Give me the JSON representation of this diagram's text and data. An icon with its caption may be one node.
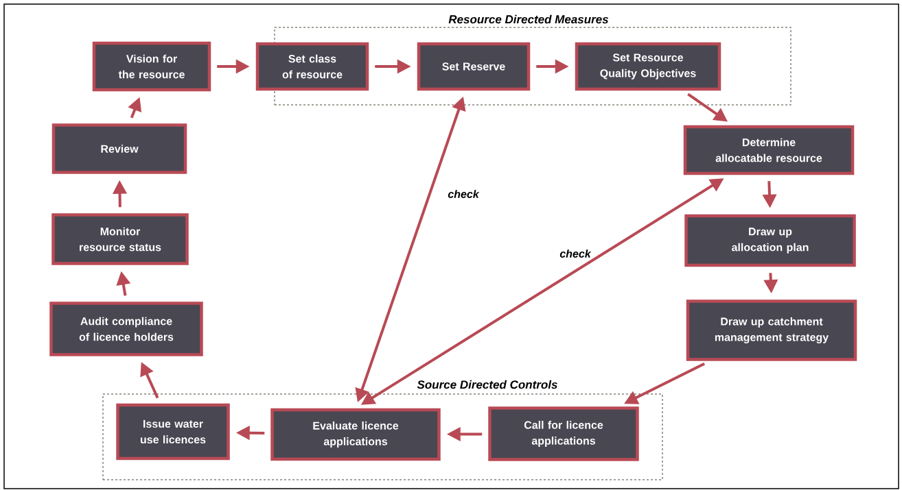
{
  "diagram": {
    "nodes": [
      {
        "text": [
          "Resource Directed Measures"
        ]
      },
      {
        "text": [
          "Vision for the resource"
        ]
      },
      {
        "text": [
          "Set class of resource"
        ]
      },
      {
        "text": [
          "Set Reserve"
        ],
        "in": 0
      },
      {
        "text": [
          "Set Resource Quality Objectives"
        ],
        "in": 0
      },
      {
        "text": [
          "Determine allocatable resource"
        ]
      },
      {
        "text": [
          "Draw up allocation plan"
        ]
      },
      {
        "text": [
          "Draw up catchment management strategy"
        ]
      },
      {
        "text": [
          "Source Directed Controls"
        ]
      },
      {
        "text": [
          "Call for licence applications"
        ],
        "in": 8
      },
      {
        "text": [
          "Evaluate licence applications"
        ],
        "in": 8
      },
      {
        "text": [
          "Issue water use licences"
        ],
        "in": 8
      },
      {
        "text": [
          "Audit compliance of licence holders"
        ]
      },
      {
        "text": [
          "Monitor resource status"
        ]
      },
      {
        "text": [
          "Review"
        ]
      }
    ],
    "edges": [
      {
        "from": 1,
        "to": 2,
        "arrow": "to"
      },
      {
        "from": 2,
        "to": 3,
        "arrow": "to"
      },
      {
        "from": 3,
        "to": 4,
        "arrow": "to"
      },
      {
        "from": 4,
        "to": 5,
        "arrow": "to"
      },
      {
        "from": 5,
        "to": 6,
        "arrow": "to"
      },
      {
        "from": 6,
        "to": 7,
        "arrow": "to"
      },
      {
        "from": 7,
        "to": 9,
        "arrow": "to"
      },
      {
        "from": 9,
        "to": 10,
        "arrow": "to"
      },
      {
        "from": 10,
        "to": 11,
        "arrow": "to"
      },
      {
        "from": 11,
        "to": 12,
        "arrow": "to"
      },
      {
        "from": 12,
        "to": 13,
        "arrow": "to"
      },
      {
        "from": 13,
        "to": 14,
        "arrow": "to"
      },
      {
        "from": 14,
        "to": 1,
        "arrow": "to"
      },
      {
        "from": 10,
        "to": 3,
        "arrow": "both",
        "label": "check"
      },
      {
        "from": 10,
        "to": 5,
        "arrow": "both",
        "label": "check"
      }
    ]
  }
}
